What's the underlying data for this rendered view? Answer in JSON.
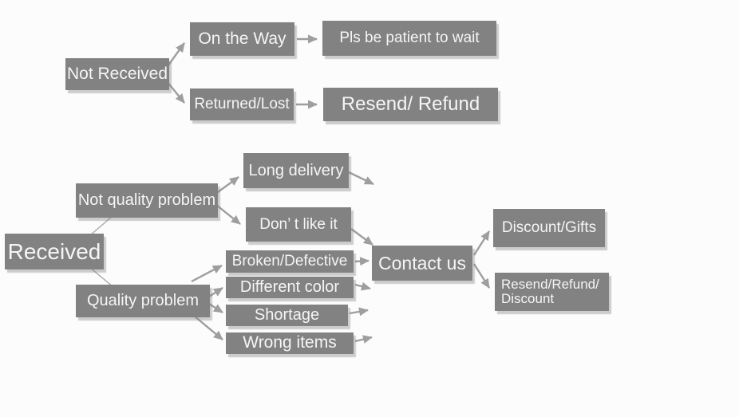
{
  "diagram": {
    "colors": {
      "box_fill": "#828282",
      "box_text": "#f5f5f5",
      "arrow": "#9e9e9e",
      "page_bg": "#fcfcfc"
    },
    "nodes": {
      "not_received": "Not Received",
      "on_the_way": "On the Way",
      "pls_be_patient": "Pls be patient to wait",
      "returned_lost": "Returned/Lost",
      "resend_refund": "Resend/ Refund",
      "received": "Received",
      "not_quality_problem": "Not quality problem",
      "long_delivery": "Long delivery",
      "dont_like_it": "Don’ t like it",
      "quality_problem": "Quality problem",
      "broken_defective": "Broken/Defective",
      "different_color": "Different color",
      "shortage": "Shortage",
      "wrong_items": "Wrong items",
      "contact_us": "Contact us",
      "discount_gifts": "Discount/Gifts",
      "resend_refund_discount": {
        "line1": "Resend/Refund/",
        "line2": "Discount"
      }
    },
    "edges": [
      {
        "from": "not_received",
        "to": "on_the_way"
      },
      {
        "from": "not_received",
        "to": "returned_lost"
      },
      {
        "from": "on_the_way",
        "to": "pls_be_patient"
      },
      {
        "from": "returned_lost",
        "to": "resend_refund"
      },
      {
        "from": "received",
        "to": "not_quality_problem"
      },
      {
        "from": "received",
        "to": "quality_problem"
      },
      {
        "from": "not_quality_problem",
        "to": "long_delivery"
      },
      {
        "from": "not_quality_problem",
        "to": "dont_like_it"
      },
      {
        "from": "long_delivery",
        "to": "contact_us"
      },
      {
        "from": "dont_like_it",
        "to": "contact_us"
      },
      {
        "from": "quality_problem",
        "to": "broken_defective"
      },
      {
        "from": "quality_problem",
        "to": "different_color"
      },
      {
        "from": "quality_problem",
        "to": "shortage"
      },
      {
        "from": "quality_problem",
        "to": "wrong_items"
      },
      {
        "from": "broken_defective",
        "to": "contact_us"
      },
      {
        "from": "different_color",
        "to": "contact_us"
      },
      {
        "from": "shortage",
        "to": "contact_us"
      },
      {
        "from": "wrong_items",
        "to": "contact_us"
      },
      {
        "from": "contact_us",
        "to": "discount_gifts"
      },
      {
        "from": "contact_us",
        "to": "resend_refund_discount"
      }
    ]
  }
}
